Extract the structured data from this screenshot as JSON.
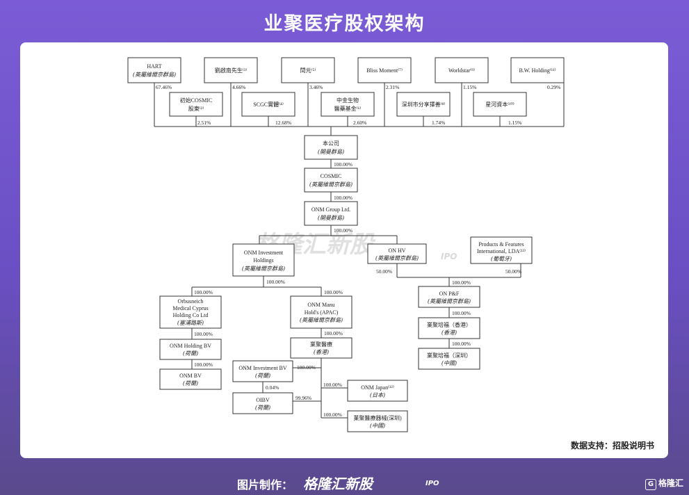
{
  "header": {
    "title": "业聚医疗股权架构"
  },
  "source": "数据支持：招股说明书",
  "footer": {
    "label": "图片制作：",
    "brand": "格隆汇新股",
    "brand_sub": "IPO",
    "corner": "格隆汇",
    "corner_mark": "G"
  },
  "watermark": {
    "text": "格隆汇新股",
    "sub": "IPO"
  },
  "diagram": {
    "shareholders_top": [
      {
        "line1": "HART",
        "line2": "(英屬維爾京群島)",
        "pct": "67.46%"
      },
      {
        "line1": "劉啟南先生⁽³⁾",
        "line2": "",
        "pct": "4.66%"
      },
      {
        "line1": "閆元⁽⁵⁾",
        "line2": "",
        "pct": "3.46%"
      },
      {
        "line1": "Bliss Moment⁽⁷⁾",
        "line2": "",
        "pct": "2.31%"
      },
      {
        "line1": "Worldstar⁽⁹⁾",
        "line2": "",
        "pct": "1.15%"
      },
      {
        "line1": "B.W. Holding⁽¹¹⁾",
        "line2": "",
        "pct": "0.29%"
      }
    ],
    "shareholders_mid": [
      {
        "line1": "初始COSMIC",
        "line2": "股東⁽²⁾",
        "pct": "2.51%"
      },
      {
        "line1": "SCGC實體⁽⁴⁾",
        "line2": "",
        "pct": "12.68%"
      },
      {
        "line1": "中金生物",
        "line2": "醫藥基金⁽⁶⁾",
        "pct": "2.60%"
      },
      {
        "line1": "深圳市分享擇善⁽⁸⁾",
        "line2": "",
        "pct": "1.74%"
      },
      {
        "line1": "星河資本⁽¹⁰⁾",
        "line2": "",
        "pct": "1.15%"
      }
    ],
    "company": {
      "line1": "本公司",
      "line2": "(開曼群島)",
      "pct": "100.00%"
    },
    "cosmic": {
      "line1": "COSMIC",
      "line2": "(英屬維爾京群島)",
      "pct": "100.00%"
    },
    "onm_group": {
      "line1": "ONM Group Ltd.",
      "line2": "(開曼群島)",
      "pct": "100.00%"
    },
    "onm_inv_holdings": {
      "line1": "ONM Investment",
      "line2": "Holdings",
      "line3": "(英屬維爾京群島)",
      "pct": "100.00%"
    },
    "onm_hv": {
      "line1": "ON HV",
      "line2": "(英屬維爾京群島)",
      "pct": "50.00%"
    },
    "pfi": {
      "line1": "Products & Features",
      "line2": "International, LDA⁽¹³⁾",
      "line3": "(葡萄牙)",
      "pct": "50.00%"
    },
    "orbusneich": {
      "line1": "Orbusneich",
      "line2": "Medical Cyprus",
      "line3": "Holding Co Ltd",
      "line4": "(塞浦路斯)",
      "pct_in": "100.00%",
      "pct_out": "100.00%"
    },
    "onm_manu": {
      "line1": "ONM Manu",
      "line2": "Hold's (APAC)",
      "line3": "(英屬維爾京群島)",
      "pct_in": "100.00%",
      "pct_out": "100.00%"
    },
    "onm_holding_bv": {
      "line1": "ONM Holding BV",
      "line2": "(荷蘭)",
      "pct_out": "100.00%"
    },
    "onm_bv": {
      "line1": "ONM BV",
      "line2": "(荷蘭)"
    },
    "yeju_hk": {
      "line1": "業聚醫療",
      "line2": "(香港)",
      "pct": "100.00%"
    },
    "onm_inv_bv": {
      "line1": "ONM Investment BV",
      "line2": "(荷蘭)",
      "pct_right": "100.00%",
      "pct_down": "0.04%"
    },
    "oibv": {
      "line1": "OIBV",
      "line2": "(荷蘭)",
      "pct": "99.96%"
    },
    "onm_japan": {
      "line1": "ONM Japan⁽¹²⁾",
      "line2": "(日本)",
      "pct": "100.00%"
    },
    "yeju_sz": {
      "line1": "業聚醫療器械(深圳)",
      "line2": "(中國)",
      "pct": "100.00%"
    },
    "on_pf": {
      "line1": "ON P&F",
      "line2": "(英屬維爾京群島)",
      "pct_in": "100.00%",
      "pct_out": "100.00%"
    },
    "peifu_hk": {
      "line1": "業聚培福（香港）",
      "line2": "(香港)",
      "pct_out": "100.00%"
    },
    "peifu_sz": {
      "line1": "業聚培福（深圳）",
      "line2": "(中國)"
    }
  }
}
